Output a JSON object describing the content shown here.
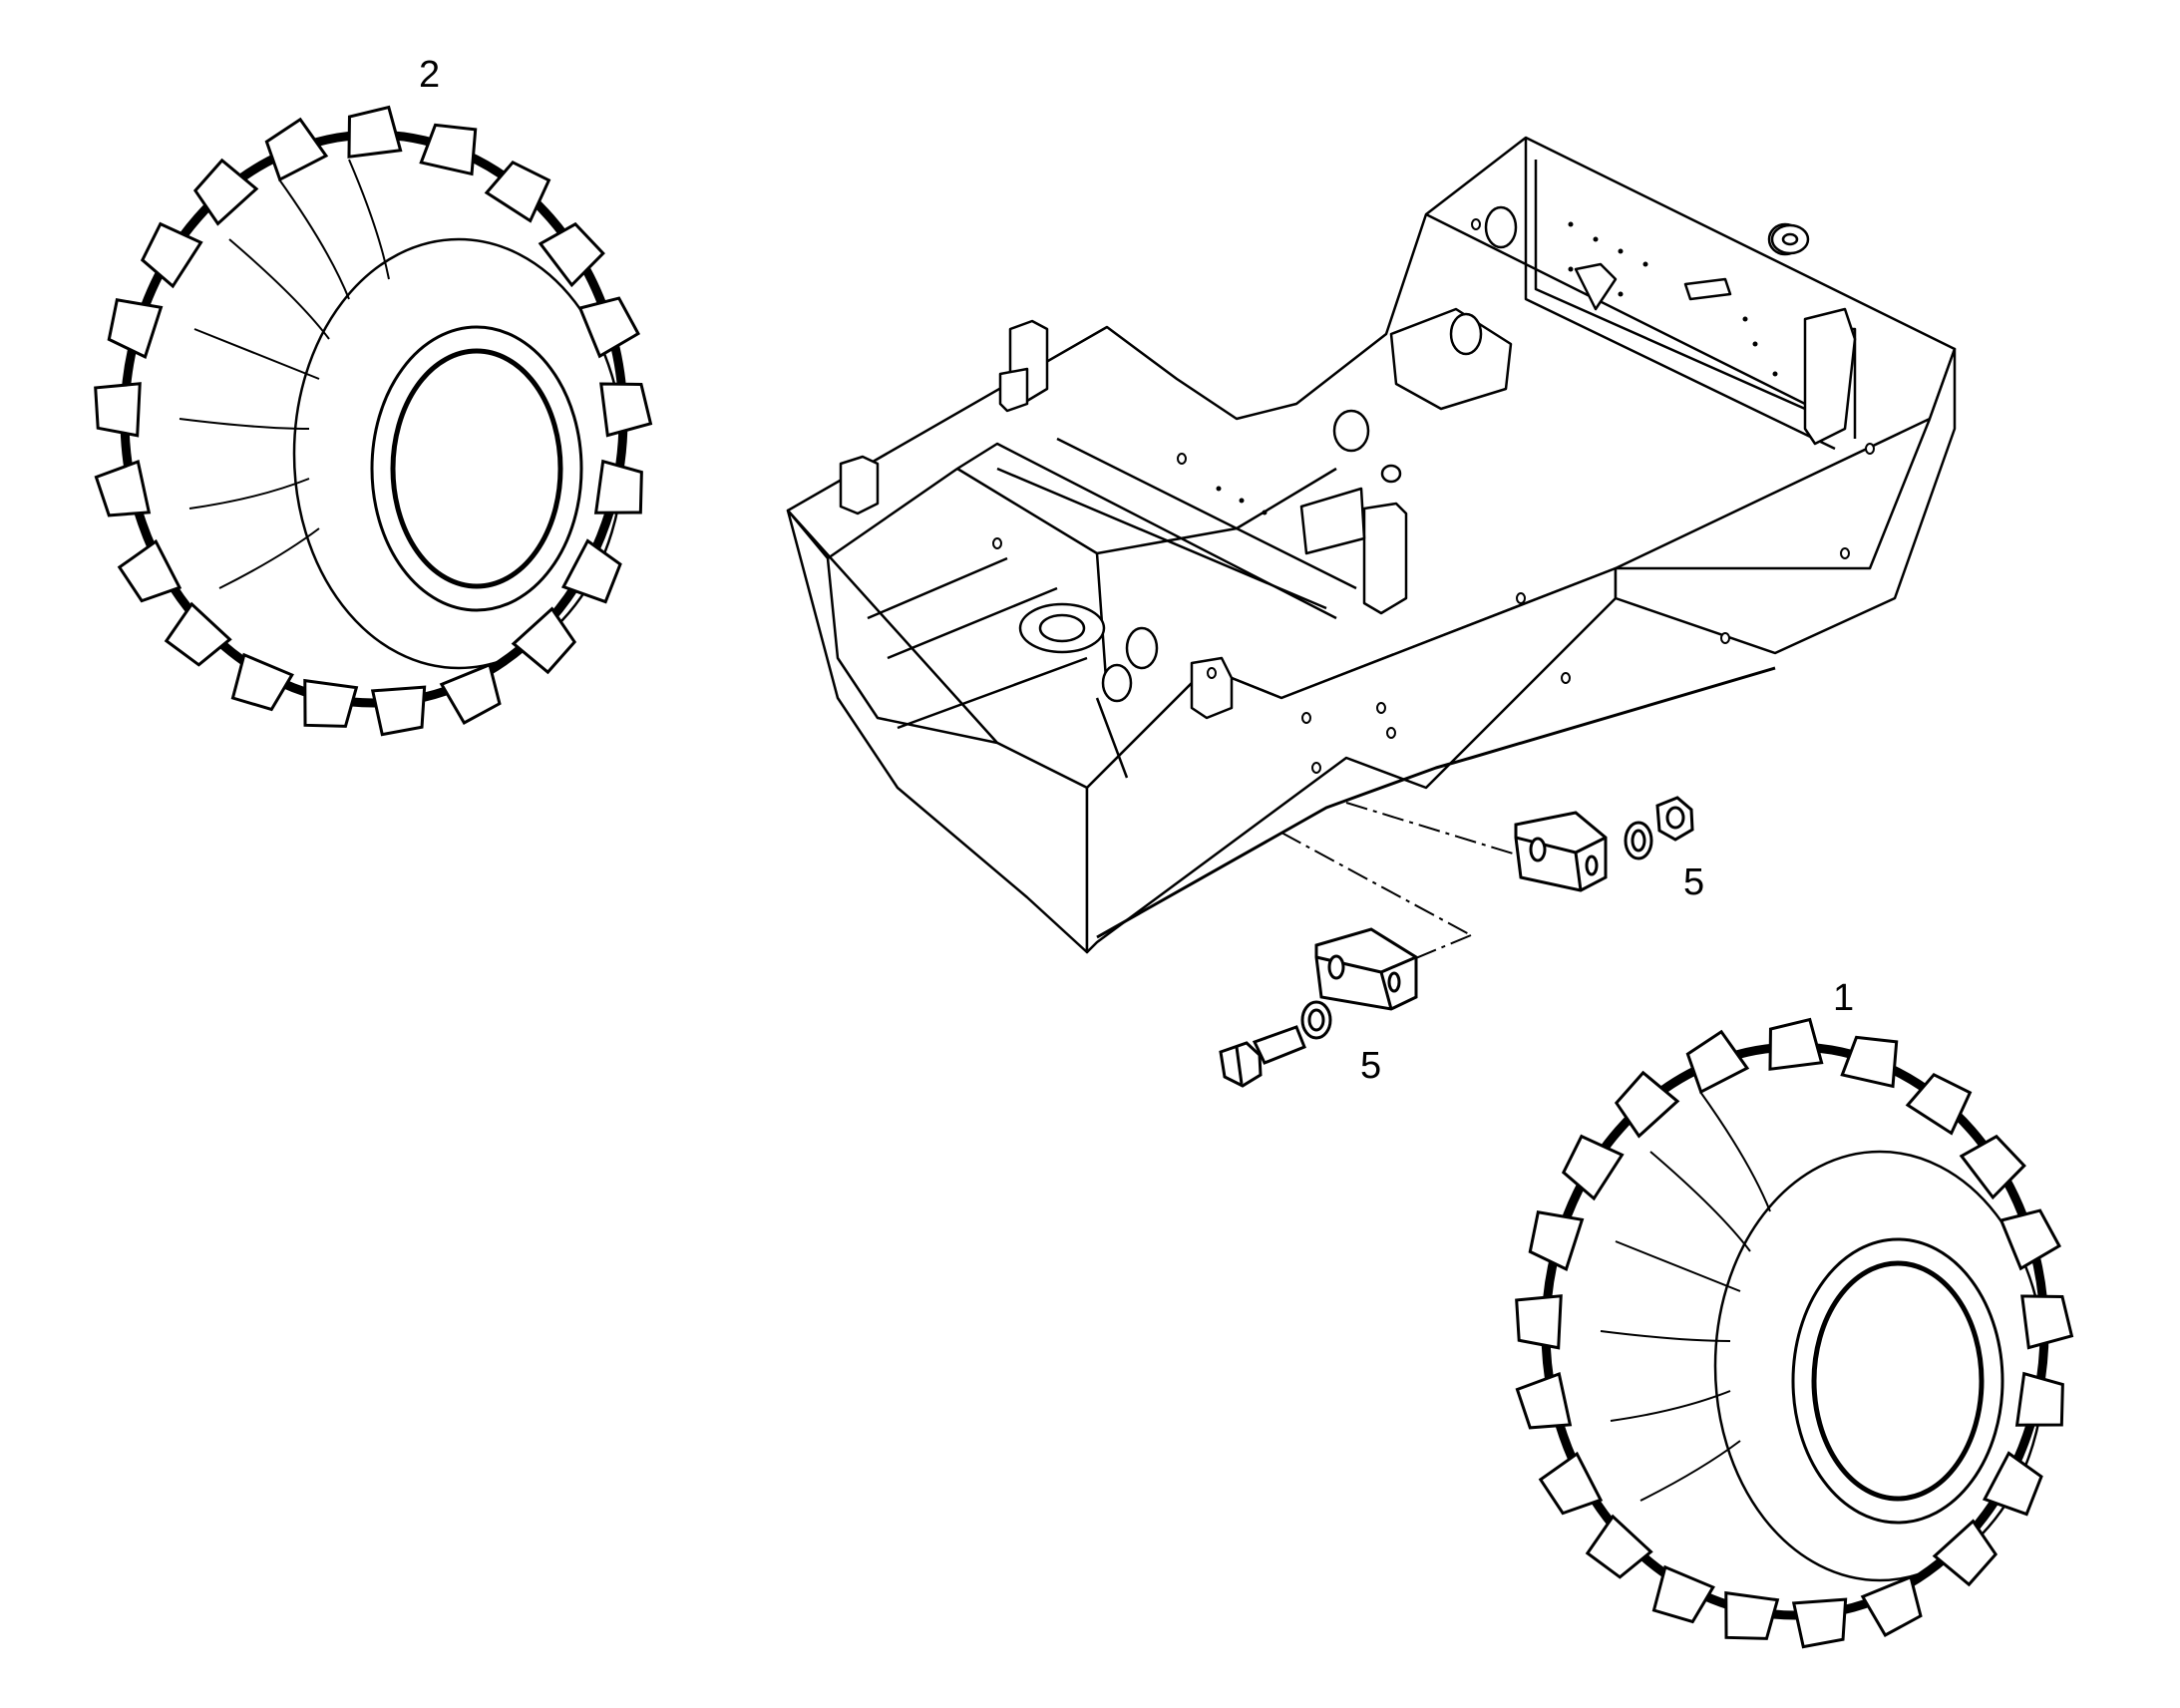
{
  "callouts": {
    "tire_left": "2",
    "tire_right": "1",
    "block_upper": "5",
    "block_lower": "5"
  },
  "colors": {
    "line": "#000000",
    "background": "#ffffff",
    "panel": "#ffffff"
  }
}
